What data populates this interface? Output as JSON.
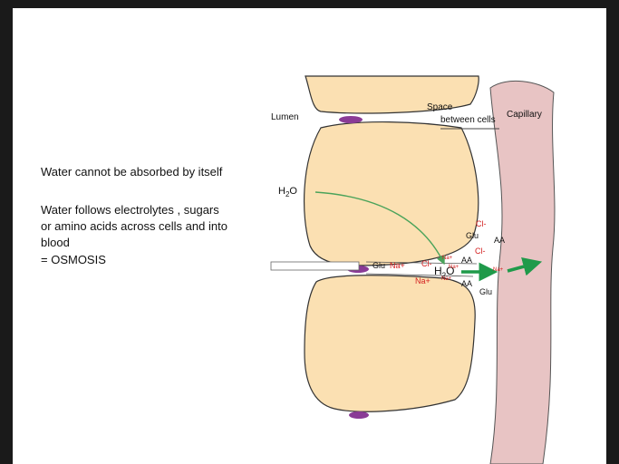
{
  "slide": {
    "text_lines": [
      "Water cannot be absorbed by itself",
      "Water follows electrolytes , sugars",
      "or amino acids across cells and into",
      "blood",
      "= OSMOSIS"
    ]
  },
  "diagram": {
    "labels": {
      "lumen": "Lumen",
      "space_line1": "Space",
      "space_line2": "between cells",
      "capillary": "Capillary",
      "water_main": "H",
      "water_sub": "2",
      "water_end": "O"
    },
    "molecules": {
      "glu": "Glu",
      "aa": "AA",
      "na_plus": "Na+",
      "cl_minus": "Cl-",
      "na_small": "Na+"
    },
    "colors": {
      "cell_fill": "#fbe0b2",
      "cell_stroke": "#333333",
      "capillary_fill": "#e8c4c4",
      "junction": "#8a3b96",
      "water_arrow": "#4aa35a",
      "flow_arrow": "#1f9a4a",
      "ion_red": "#d42020"
    }
  }
}
